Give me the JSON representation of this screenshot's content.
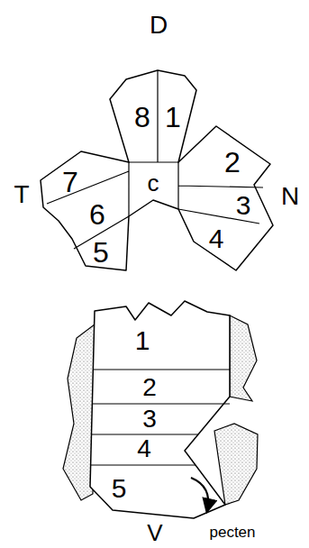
{
  "diagram": {
    "labels": [
      "D",
      "T",
      "N",
      "8",
      "1",
      "2",
      "3",
      "4",
      "5",
      "6",
      "7",
      "c",
      "1",
      "2",
      "3",
      "4",
      "5",
      "pecten",
      "V"
    ]
  }
}
